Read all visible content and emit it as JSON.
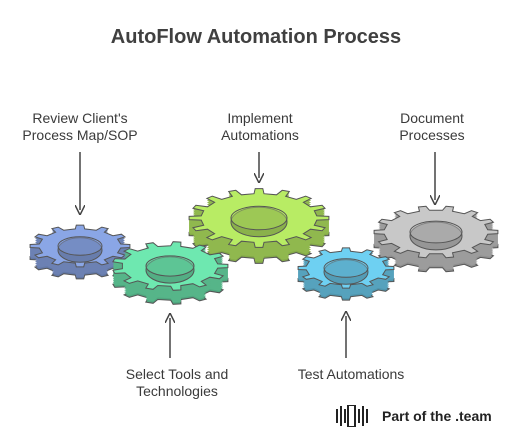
{
  "title": "AutoFlow Automation Process",
  "steps": [
    {
      "id": "review",
      "label_lines": [
        "Review Client's",
        "Process Map/SOP"
      ],
      "color": "#8aa6e6"
    },
    {
      "id": "select",
      "label_lines": [
        "Select Tools and",
        "Technologies"
      ],
      "color": "#6ee8b0"
    },
    {
      "id": "implement",
      "label_lines": [
        "Implement",
        "Automations"
      ],
      "color": "#b8ec64"
    },
    {
      "id": "test",
      "label_lines": [
        "Test Automations"
      ],
      "color": "#6ed0f2"
    },
    {
      "id": "document",
      "label_lines": [
        "Document",
        "Processes"
      ],
      "color": "#c8c8c8"
    }
  ],
  "brand": {
    "text": "Part of the .team",
    "icon": "barcode-logo-icon"
  }
}
